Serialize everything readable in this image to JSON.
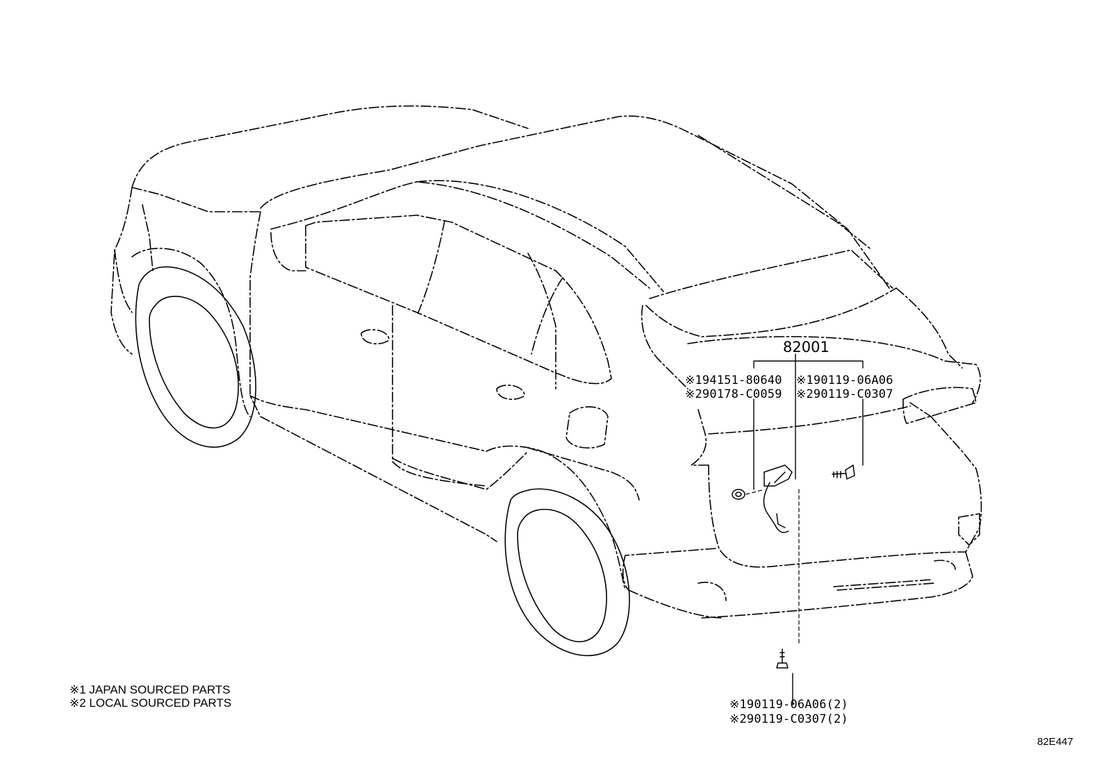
{
  "diagram": {
    "main_part": "82001",
    "callouts": {
      "left": {
        "line1": "※194151-80640",
        "line2": "※290178-C0059"
      },
      "right": {
        "line1": "※190119-06A06",
        "line2": "※290119-C0307"
      },
      "bottom": {
        "line1": "※190119-06A06(2)",
        "line2": "※290119-C0307(2)"
      }
    },
    "legend": {
      "line1": "※1 JAPAN SOURCED PARTS",
      "line2": "※2 LOCAL SOURCED PARTS"
    },
    "diagram_code": "82E447"
  }
}
